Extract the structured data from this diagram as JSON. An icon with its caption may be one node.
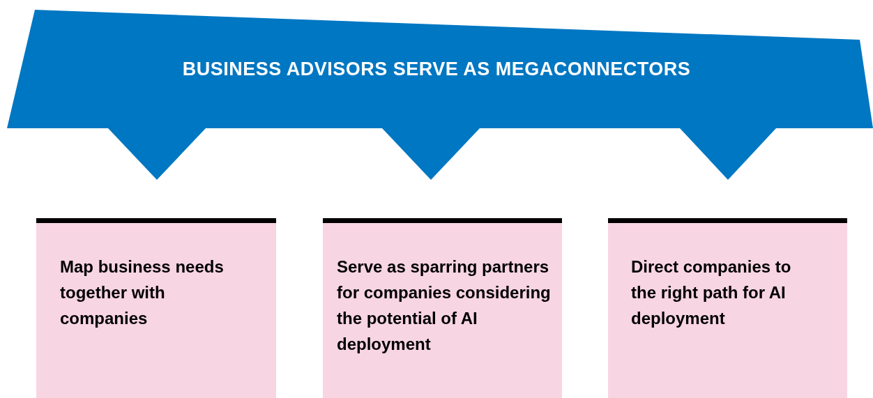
{
  "diagram": {
    "nodes": [
      {
        "text": [
          "BUSINESS ADVISORS SERVE AS MEGACONNECTORS"
        ]
      },
      {
        "text": [
          "Map business needs together with companies"
        ]
      },
      {
        "text": [
          "Serve as sparring partners for companies considering the potential of AI deployment"
        ]
      },
      {
        "text": [
          "Direct companies to the right path for AI deployment"
        ]
      }
    ]
  }
}
